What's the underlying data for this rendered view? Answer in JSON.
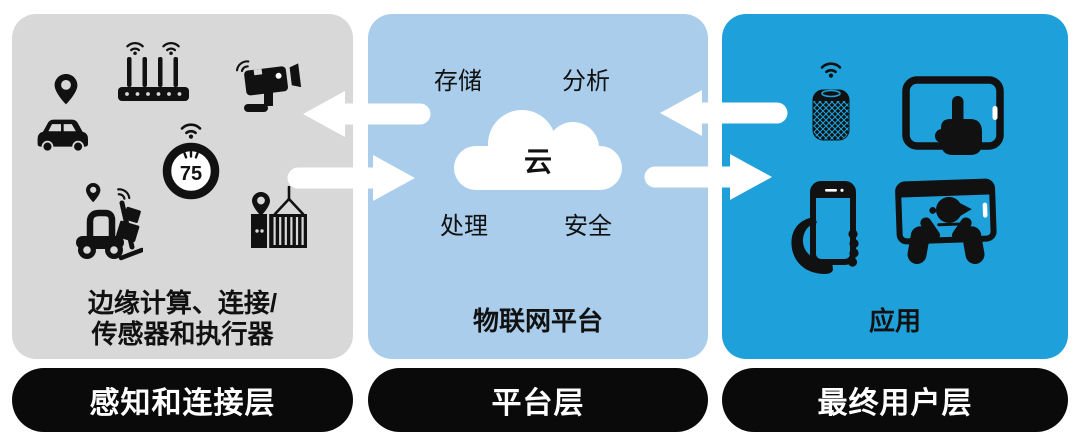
{
  "colors": {
    "panel_gray": "#d8d8d8",
    "panel_light_blue": "#a9cdea",
    "panel_blue": "#1ea1da",
    "pill_black": "#0a0a0a",
    "icon_black": "#111111",
    "arrow_white": "#ffffff"
  },
  "panels": {
    "edge": {
      "caption_line1": "边缘计算、连接/",
      "caption_line2": "传感器和执行器",
      "speedometer_value": "75",
      "icons": [
        "location-pin",
        "car",
        "wifi-router",
        "cctv-camera",
        "speedometer",
        "forklift",
        "cargo-container",
        "wifi-signal"
      ]
    },
    "platform": {
      "label_storage": "存储",
      "label_analytics": "分析",
      "label_processing": "处理",
      "label_security": "安全",
      "cloud_label": "云",
      "caption": "物联网平台",
      "icons": [
        "cloud"
      ]
    },
    "apps": {
      "caption": "应用",
      "icons": [
        "smart-speaker",
        "tablet-touch",
        "hand-holding-phone",
        "gaming-tablet",
        "wifi-signal"
      ]
    }
  },
  "layer_pills": [
    {
      "label": "感知和连接层"
    },
    {
      "label": "平台层"
    },
    {
      "label": "最终用户层"
    }
  ],
  "arrows": [
    {
      "name": "platform-to-edge",
      "direction": "left"
    },
    {
      "name": "edge-to-platform",
      "direction": "right"
    },
    {
      "name": "apps-to-platform",
      "direction": "left"
    },
    {
      "name": "platform-to-apps",
      "direction": "right"
    }
  ]
}
